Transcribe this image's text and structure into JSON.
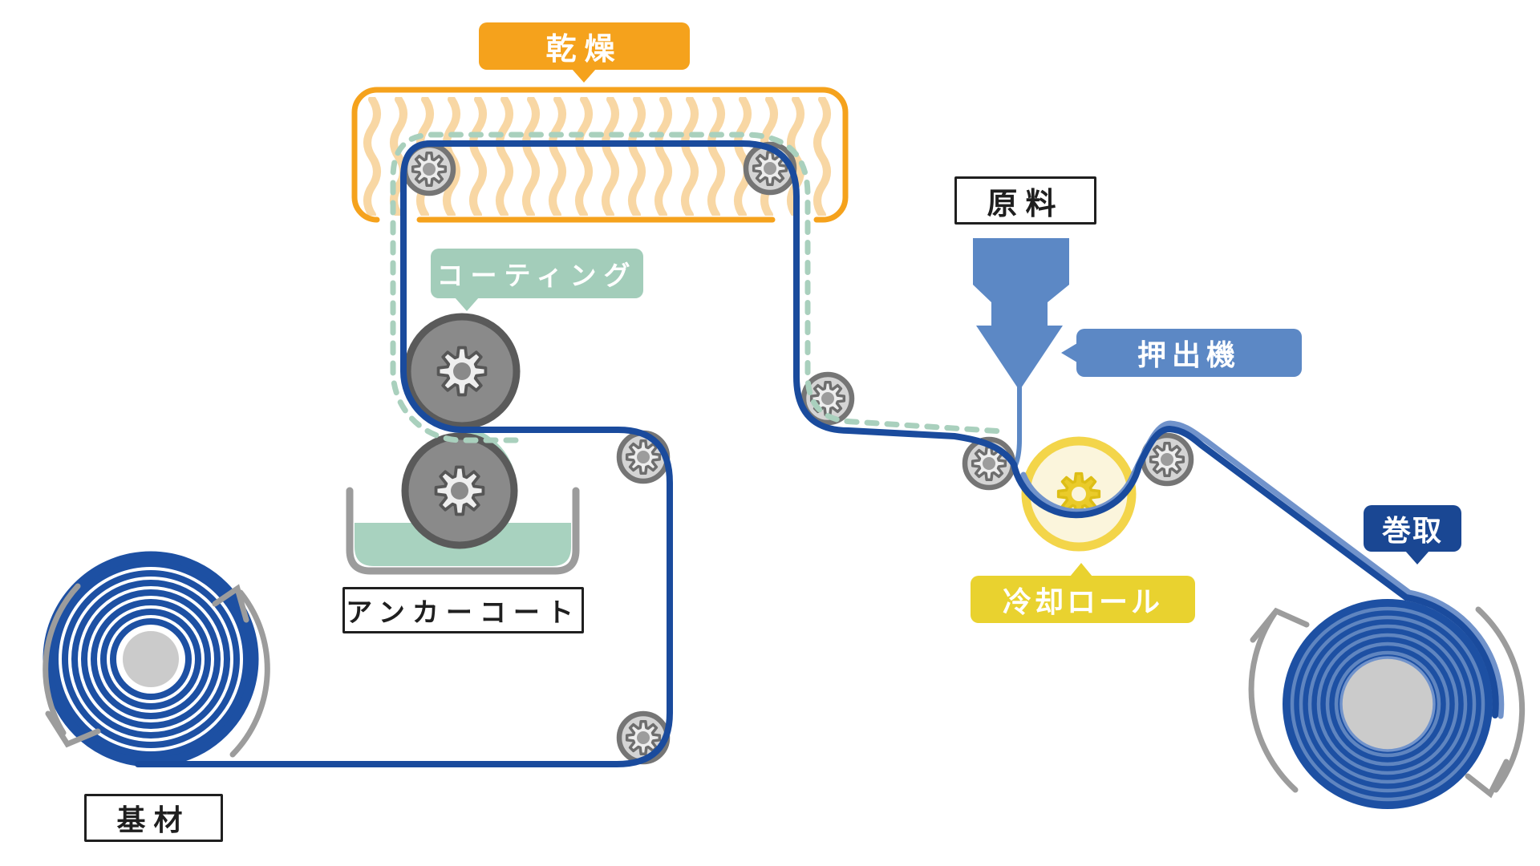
{
  "labels": {
    "drying": "乾燥",
    "coating": "コーティング",
    "raw_material": "原料",
    "extruder": "押出機",
    "cooling_roll": "冷却ロール",
    "winding": "巻取",
    "anchor_coat": "アンカーコート",
    "base_material": "基材"
  },
  "icons": {
    "roller_gear": "gear-icon",
    "rotation": "rotation-arrow-icon"
  },
  "colors": {
    "film_blue": "#1A4B9D",
    "laminate_light_blue": "#7193CB",
    "drying_orange": "#F5A21C",
    "heat_wave_orange": "#F8D7A4",
    "coating_green": "#A3CDBA",
    "extruder_steel_blue": "#5C88C5",
    "cooling_yellow": "#E9D22F",
    "cooling_ring_yellow": "#F3D54A",
    "winding_navy": "#1A4793",
    "roll_gray": "#8A8A8A",
    "gear_gray": "#D4D4D4",
    "hub_gray": "#CBCBCB",
    "arrow_gray": "#9C9C9C",
    "box_border_black": "#1F1F1F"
  }
}
